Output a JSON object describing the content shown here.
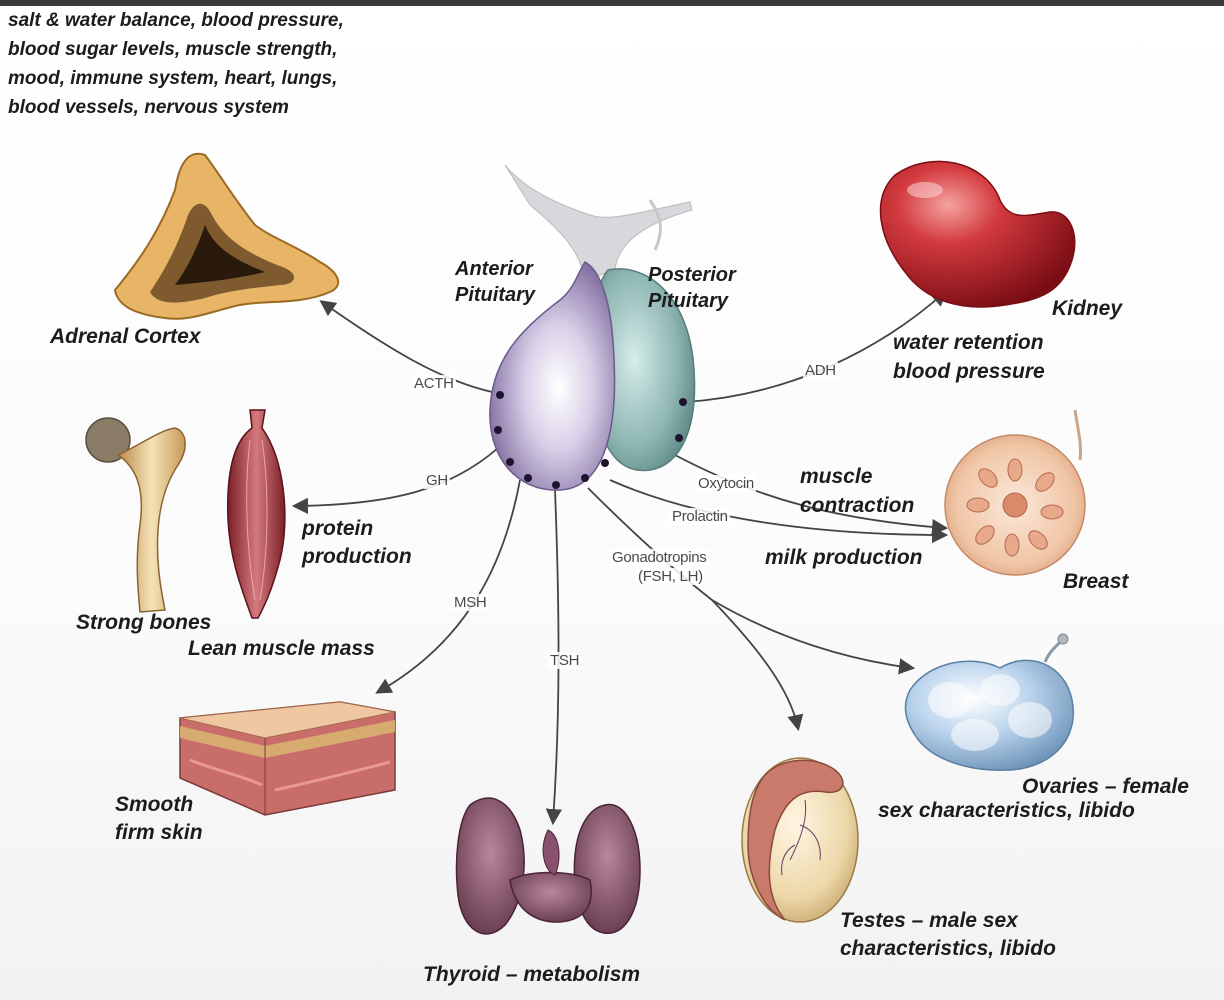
{
  "pituitary": {
    "anterior_line1": "Anterior",
    "anterior_line2": "Pituitary",
    "posterior_line1": "Posterior",
    "posterior_line2": "Pituitary"
  },
  "hormones": {
    "acth": "ACTH",
    "gh": "GH",
    "msh": "MSH",
    "tsh": "TSH",
    "adh": "ADH",
    "oxytocin": "Oxytocin",
    "prolactin": "Prolactin",
    "gonadotropins_line1": "Gonadotropins",
    "gonadotropins_line2": "(FSH, LH)"
  },
  "targets": {
    "adrenal": {
      "effects": [
        "salt & water balance, blood pressure,",
        "blood sugar levels, muscle strength,",
        "mood, immune system, heart, lungs,",
        "blood vessels, nervous system"
      ],
      "name": "Adrenal Cortex"
    },
    "kidney": {
      "name": "Kidney",
      "effect_line1": "water retention",
      "effect_line2": "blood pressure"
    },
    "breast": {
      "name": "Breast",
      "effect_oxytocin_line1": "muscle",
      "effect_oxytocin_line2": "contraction",
      "effect_prolactin": "milk production"
    },
    "bones": {
      "name": "Strong bones"
    },
    "muscle": {
      "name": "Lean muscle mass",
      "effect_line1": "protein",
      "effect_line2": "production"
    },
    "skin": {
      "name_line1": "Smooth",
      "name_line2": "firm skin"
    },
    "thyroid": {
      "name": "Thyroid – metabolism"
    },
    "testes": {
      "name_line1": "Testes – male sex",
      "name_line2": "characteristics, libido"
    },
    "ovaries": {
      "name_line1": "Ovaries – female",
      "name_line2": "sex characteristics, libido"
    }
  },
  "colors": {
    "anterior_lobe": "#b6a9d0",
    "posterior_lobe": "#8fb7b3",
    "kidney": "#b8222a",
    "adrenal": "#e8b566",
    "arrow": "#444444"
  }
}
